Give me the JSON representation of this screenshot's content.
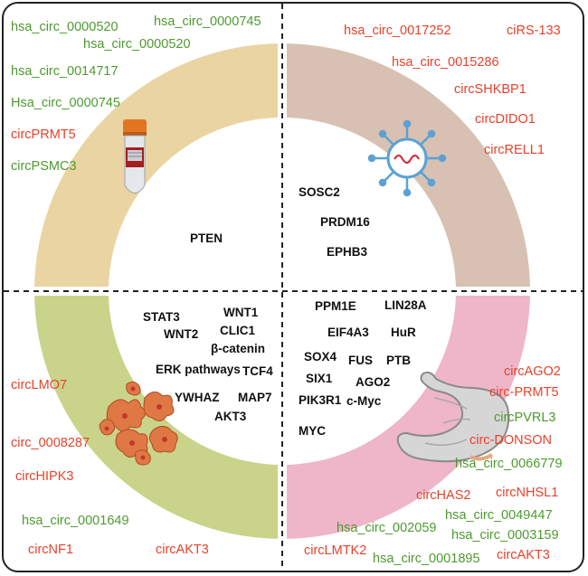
{
  "colors": {
    "green_text": "#4e9a2f",
    "red_text": "#e8412c",
    "q1_ring": "#ead5a2",
    "q2_ring": "#d8c1b2",
    "q3_ring": "#c9d48a",
    "q4_ring": "#eeb6c8"
  },
  "icons": {
    "q1": "blood-sample-tube-icon",
    "q2": "exosome-icon",
    "q3": "cells-icon",
    "q4": "stomach-icon"
  },
  "q1": {
    "circrnas": [
      "hsa_circ_0000520",
      "hsa_circ_0000745",
      "hsa_circ_0000520",
      "hsa_circ_0014717",
      "Hsa_circ_0000745",
      "circPRMT5",
      "circPSMC3"
    ],
    "genes": [
      "PTEN"
    ]
  },
  "q2": {
    "circrnas": [
      "hsa_circ_0017252",
      "ciRS-133",
      "hsa_circ_0015286",
      "circSHKBP1",
      "circDIDO1",
      "circRELL1"
    ],
    "genes": [
      "SOSC2",
      "PRDM16",
      "EPHB3"
    ]
  },
  "q3": {
    "circrnas": [
      "circLMO7",
      "circ_0008287",
      "circHIPK3",
      "hsa_circ_0001649",
      "circNF1",
      "circAKT3"
    ],
    "genes": [
      "STAT3",
      "WNT1",
      "WNT2",
      "CLIC1",
      "β-catenin",
      "ERK pathways",
      "TCF4",
      "YWHAZ",
      "MAP7",
      "AKT3"
    ]
  },
  "q4": {
    "circrnas": [
      "circAGO2",
      "circ-PRMT5",
      "circPVRL3",
      "circ-DONSON",
      "hsa_circ_0066779",
      "circHAS2",
      "circNHSL1",
      "hsa_circ_0049447",
      "hsa_circ_002059",
      "hsa_circ_0003159",
      "circLMTK2",
      "hsa_circ_0001895",
      "circAKT3"
    ],
    "genes": [
      "PPM1E",
      "LIN28A",
      "EIF4A3",
      "HuR",
      "SOX4",
      "FUS",
      "PTB",
      "SIX1",
      "AGO2",
      "PIK3R1",
      "c-Myc",
      "MYC"
    ]
  }
}
